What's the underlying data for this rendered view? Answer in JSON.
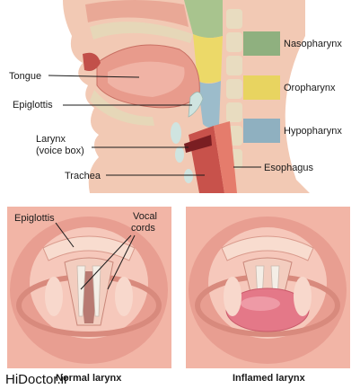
{
  "legend": [
    {
      "label": "Nasopharynx",
      "color": "#8fb07f"
    },
    {
      "label": "Oropharynx",
      "color": "#e8d460"
    },
    {
      "label": "Hypopharynx",
      "color": "#8fb0c0"
    }
  ],
  "labels": {
    "tongue": "Tongue",
    "epiglottis": "Epiglottis",
    "larynx_line1": "Larynx",
    "larynx_line2": "(voice box)",
    "trachea": "Trachea",
    "esophagus": "Esophagus"
  },
  "bottom_left": {
    "epiglottis": "Epiglottis",
    "vocal_line1": "Vocal",
    "vocal_line2": "cords",
    "caption": "Normal larynx"
  },
  "bottom_right": {
    "caption": "Inflamed larynx"
  },
  "watermark": "HiDoctor.ir",
  "colors": {
    "skin": "#f2c9b4",
    "tissue": "#e89b8c",
    "muscle": "#d97a6e",
    "throat_bg": "#f4b8aa",
    "cartilage": "#cfe4e0",
    "inflamed": "#e47888"
  }
}
